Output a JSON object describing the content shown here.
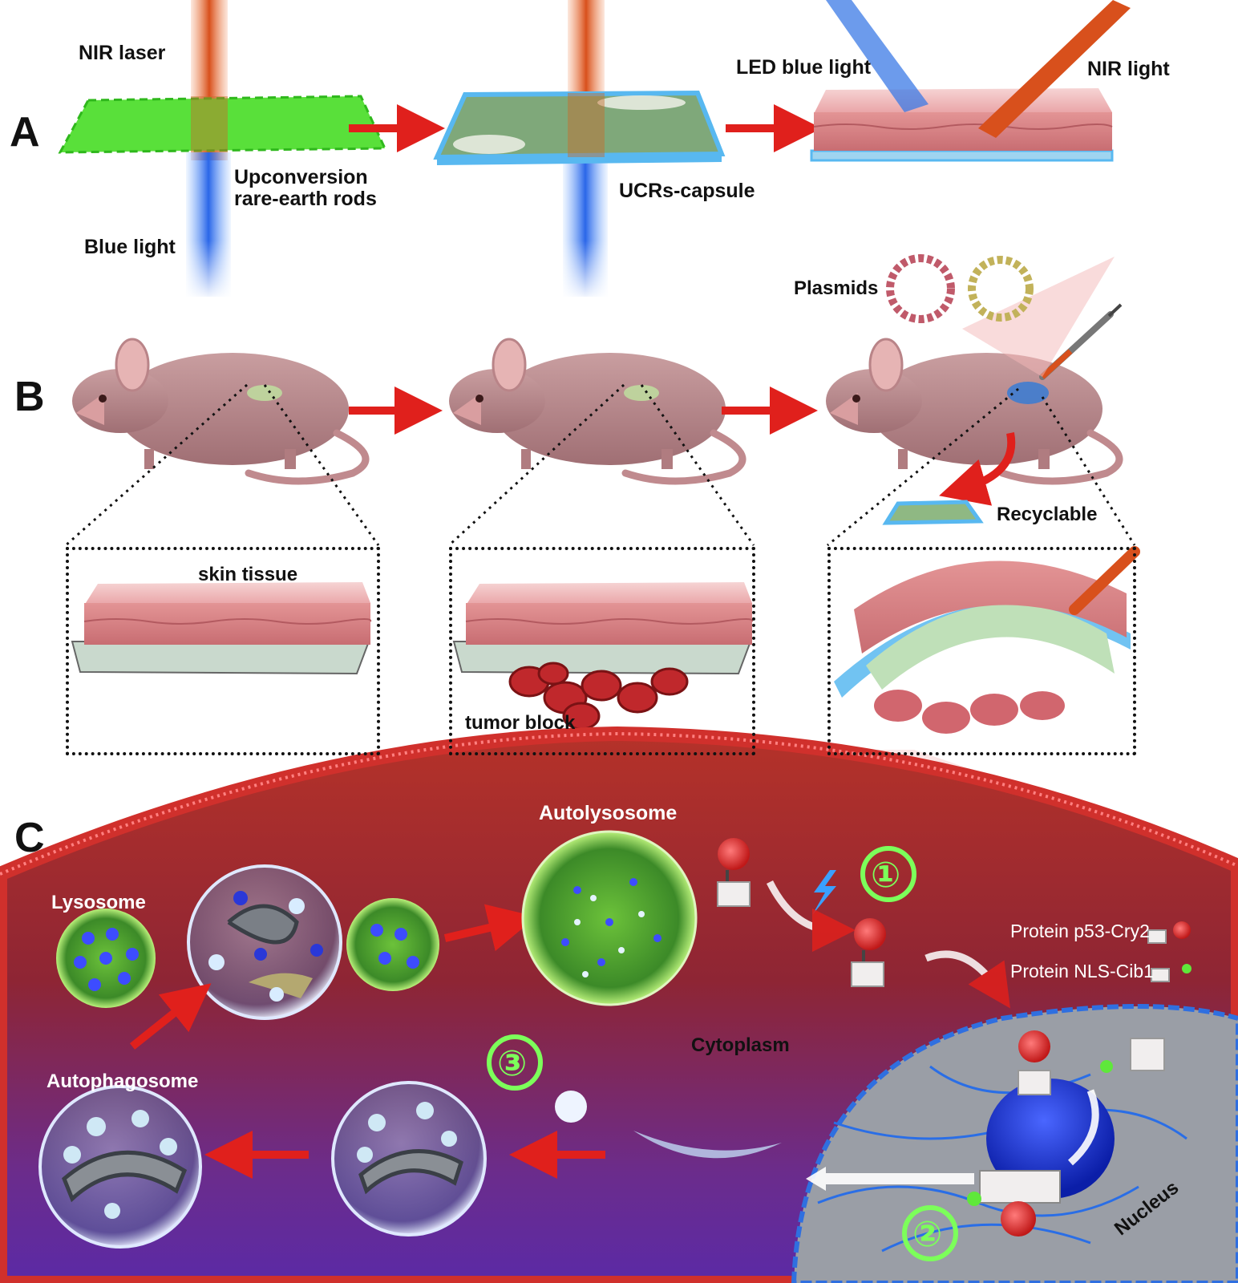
{
  "panels": {
    "a": "A",
    "b": "B",
    "c": "C"
  },
  "panel_a": {
    "nir_laser": "NIR laser",
    "blue_light": "Blue light",
    "rods_line1": "Upconversion",
    "rods_line2": "rare-earth rods",
    "capsule": "UCRs-capsule",
    "led_blue": "LED blue light",
    "nir_light": "NIR light"
  },
  "panel_b": {
    "plasmids": "Plasmids",
    "recyclable": "Recyclable",
    "skin_tissue": "skin tissue",
    "tumor_block": "tumor block"
  },
  "panel_c": {
    "autolysosome": "Autolysosome",
    "lysosome": "Lysosome",
    "autophagosome": "Autophagosome",
    "cytoplasm": "Cytoplasm",
    "protein_p53": "Protein p53-Cry2",
    "protein_nls": "Protein NLS-Cib1",
    "nucleus": "Nucleus",
    "step1": "①",
    "step2": "②",
    "step3": "③"
  },
  "colors": {
    "arrow": "#e0201c",
    "nir": "#e0622a",
    "blue": "#2f6fe0",
    "rods": "#5fe83a",
    "tissue": "#e9a6a8",
    "cytoplasm_top": "#b0302b",
    "cytoplasm_bottom": "#6a2aa0"
  }
}
